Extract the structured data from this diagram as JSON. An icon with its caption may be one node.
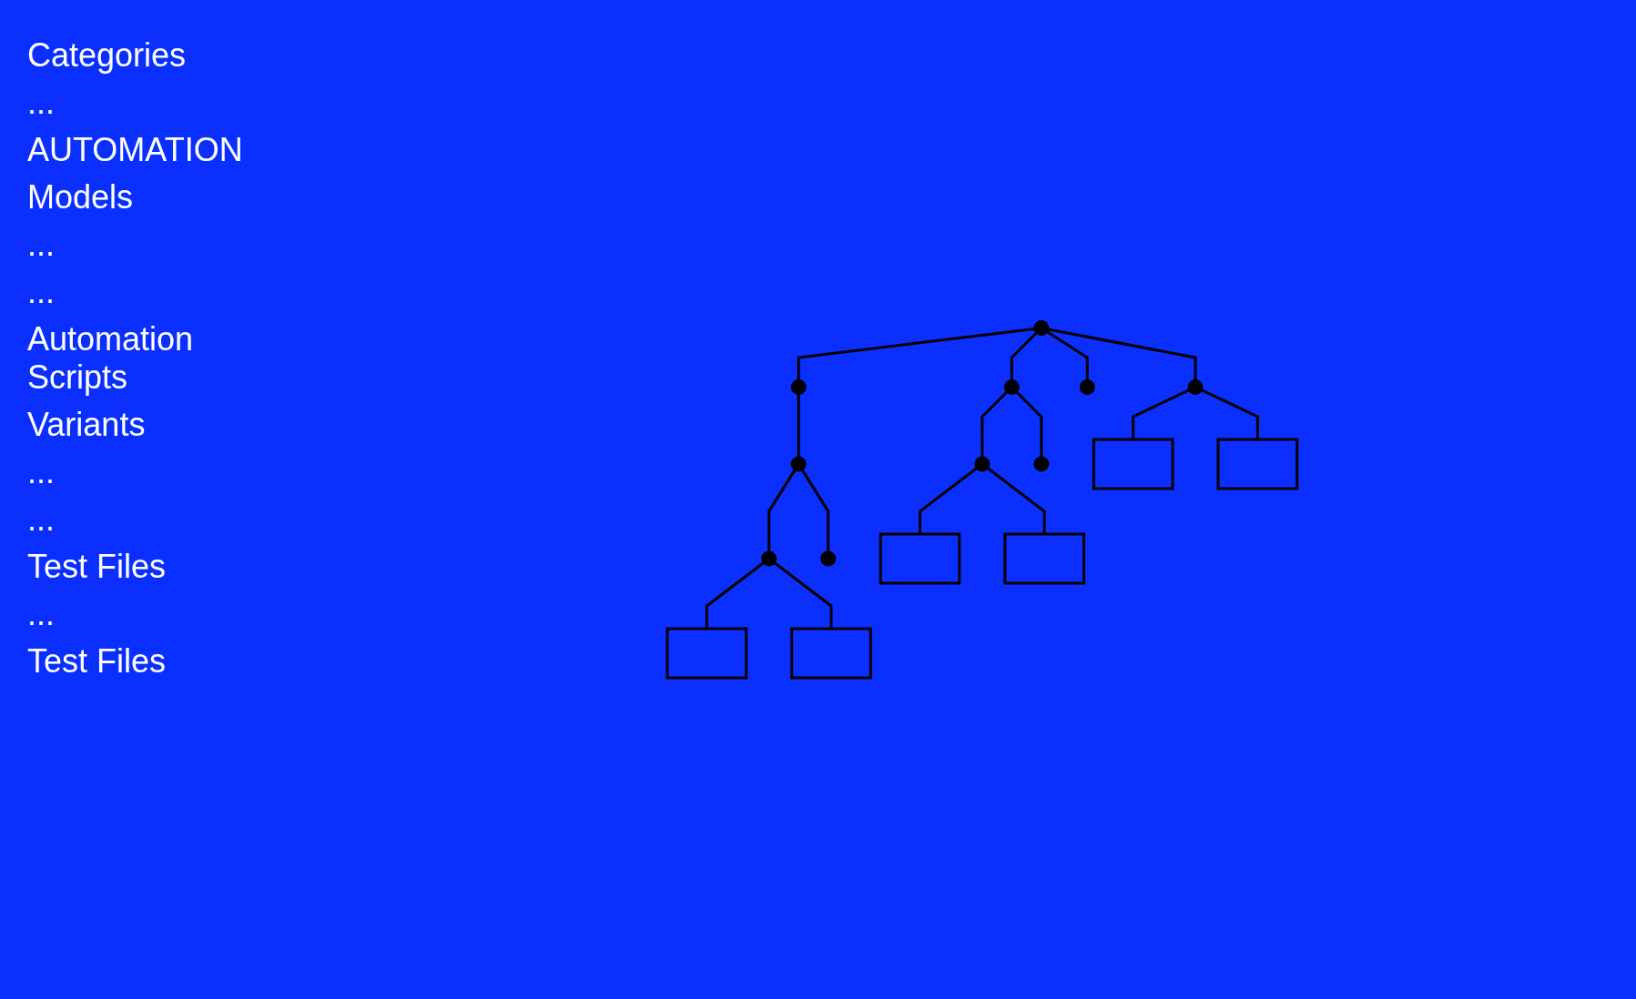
{
  "diagram": {
    "nodes": [
      {
        "text": [],
        "shape": "circle"
      },
      {
        "text": [],
        "shape": "circle"
      },
      {
        "text": [],
        "shape": "circle"
      },
      {
        "text": [],
        "shape": "circle"
      },
      {
        "text": [],
        "shape": "circle"
      },
      {
        "text": [],
        "shape": "circle"
      },
      {
        "text": [],
        "shape": "circle"
      },
      {
        "text": [],
        "shape": "circle"
      },
      {
        "text": [],
        "shape": "box"
      },
      {
        "text": [],
        "shape": "box"
      },
      {
        "text": [],
        "shape": "circle"
      },
      {
        "text": [],
        "shape": "circle"
      },
      {
        "text": [],
        "shape": "box"
      },
      {
        "text": [],
        "shape": "box"
      },
      {
        "text": [],
        "shape": "box"
      },
      {
        "text": [],
        "shape": "box"
      }
    ],
    "edges": [
      {
        "from": 0,
        "to": 1,
        "arrow": "none"
      },
      {
        "from": 0,
        "to": 2,
        "arrow": "none"
      },
      {
        "from": 0,
        "to": 3,
        "arrow": "none"
      },
      {
        "from": 0,
        "to": 4,
        "arrow": "none"
      },
      {
        "from": 1,
        "to": 5,
        "arrow": "none"
      },
      {
        "from": 2,
        "to": 6,
        "arrow": "none"
      },
      {
        "from": 2,
        "to": 7,
        "arrow": "none"
      },
      {
        "from": 4,
        "to": 8,
        "arrow": "none"
      },
      {
        "from": 4,
        "to": 9,
        "arrow": "none"
      },
      {
        "from": 5,
        "to": 10,
        "arrow": "none"
      },
      {
        "from": 5,
        "to": 11,
        "arrow": "none"
      },
      {
        "from": 6,
        "to": 12,
        "arrow": "none"
      },
      {
        "from": 6,
        "to": 13,
        "arrow": "none"
      },
      {
        "from": 10,
        "to": 14,
        "arrow": "none"
      },
      {
        "from": 10,
        "to": 15,
        "arrow": "none"
      }
    ],
    "labels": [
      "Categories",
      "...",
      "AUTOMATION",
      "Models",
      "...",
      "...",
      "Automation Scripts",
      "Variants",
      "...",
      "...",
      "Test Files",
      "...",
      "Test Files"
    ]
  }
}
